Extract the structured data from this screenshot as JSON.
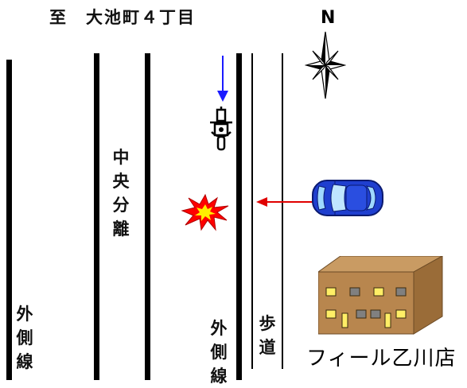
{
  "header": {
    "direction": "至　大池町４丁目"
  },
  "compass": {
    "north": "N"
  },
  "road": {
    "outer_line_left": [
      "外",
      "側",
      "線"
    ],
    "median": [
      "中",
      "央",
      "分",
      "離"
    ],
    "outer_line_right": [
      "外",
      "側",
      "線"
    ],
    "sidewalk": [
      "歩",
      "道"
    ]
  },
  "landmark": {
    "store_name": "フィール乙川店"
  },
  "icons": {
    "motorcycle": "motorcycle-icon",
    "car": "car-icon",
    "collision": "collision-burst-icon",
    "compass": "compass-rose-icon",
    "building": "building-icon"
  },
  "colors": {
    "motorcycle_arrow": "#1a1aff",
    "car_arrow": "#e00000",
    "car_body": "#1f3fcf",
    "burst_outer": "#ff0000",
    "burst_inner": "#ffee00",
    "building_wall": "#b8864e"
  }
}
